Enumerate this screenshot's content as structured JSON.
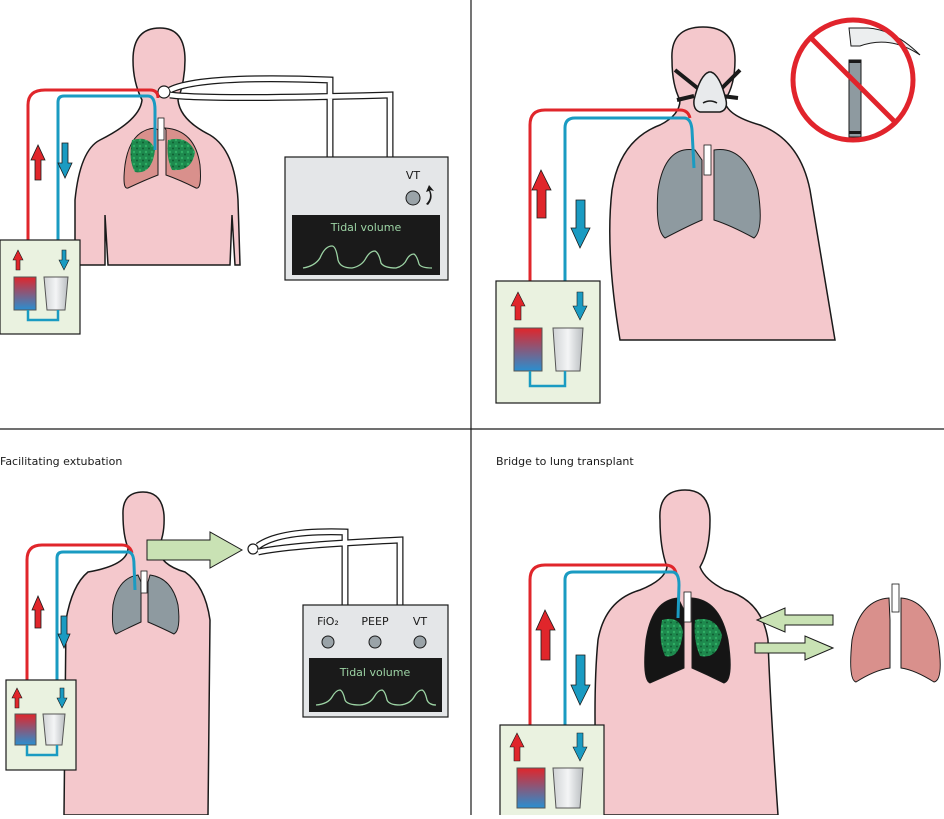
{
  "panels": [
    {
      "id": "top-left",
      "title": "",
      "ventilator": {
        "knobs": [
          "VT"
        ],
        "screen_label": "Tidal volume"
      },
      "lung_state": "injured-consolidated"
    },
    {
      "id": "top-right",
      "title": "",
      "mask": "non-invasive-mask",
      "prohibited_item": "laryngoscope",
      "lung_state": "grey"
    },
    {
      "id": "bottom-left",
      "title": "Facilitating extubation",
      "ventilator": {
        "knobs": [
          "FiO₂",
          "PEEP",
          "VT"
        ],
        "screen_label": "Tidal volume"
      },
      "lung_state": "grey"
    },
    {
      "id": "bottom-right",
      "title": "Bridge to lung transplant",
      "lung_state": "diseased-black",
      "donor_lungs": "healthy"
    }
  ],
  "colors": {
    "skin": "#f4c8cc",
    "outline": "#1a1a1a",
    "arterial": "#e0262b",
    "venous": "#1a9bc2",
    "ecmo_box": "#eaf2e0",
    "grey_lung": "#8e9aa0",
    "healthy_lung": "#d9908c",
    "consolidation": "#1e8a4e",
    "diseased_lung": "#151515",
    "screen": "#1a1a1a",
    "wave": "#9cd3a4",
    "arrow_green": "#c9e2b4",
    "prohibit_red": "#e1242c",
    "ventilator_body": "#e4e6e8"
  }
}
